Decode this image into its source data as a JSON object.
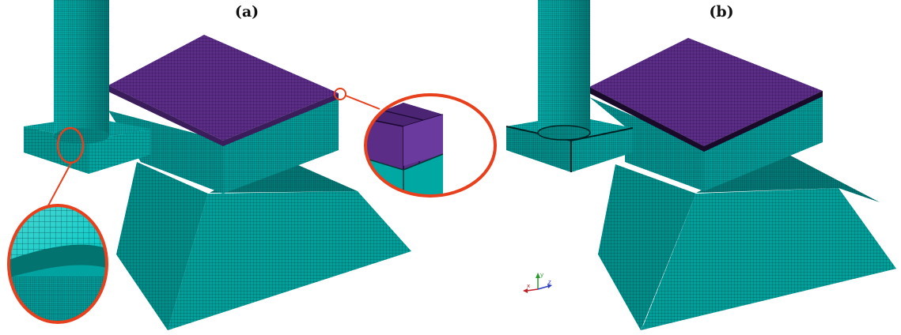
{
  "panels": [
    {
      "label": "(a)"
    },
    {
      "label": "(b)"
    }
  ],
  "triad": {
    "x": "x",
    "y": "y",
    "z": "z"
  },
  "colors": {
    "mesh_body": "#009e9a",
    "mesh_top": "#5b2d86",
    "mesh_line": "#0a2f33",
    "callout": "#e8401c"
  }
}
